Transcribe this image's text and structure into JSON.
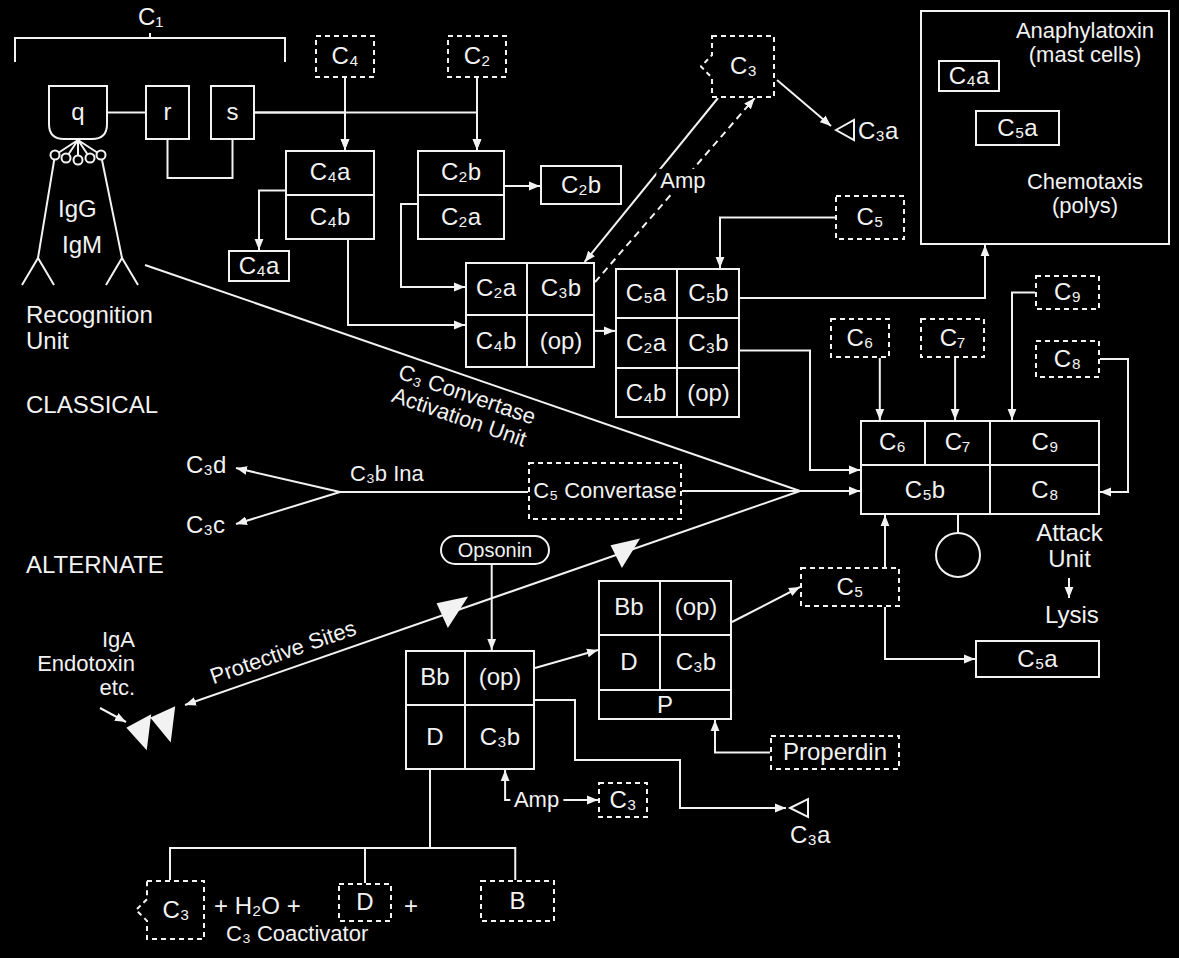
{
  "diagram": {
    "nodes": [
      {
        "text": [
          "q"
        ]
      },
      {
        "text": [
          "r"
        ]
      },
      {
        "text": [
          "s"
        ]
      },
      {
        "text": [
          "C₄"
        ]
      },
      {
        "text": [
          "C₂"
        ]
      },
      {
        "text": [
          "C₃"
        ]
      },
      {
        "text": [
          "Anaphylatoxin (mast cells)",
          "Chemotaxis (polys)"
        ]
      },
      {
        "text": [
          "C₄a"
        ],
        "in": 6
      },
      {
        "text": [
          "C₅a"
        ],
        "in": 6
      },
      {
        "text": [
          "C₄a",
          "C₄b"
        ]
      },
      {
        "text": [
          "C₂b",
          "C₂a"
        ]
      },
      {
        "text": [
          "C₂b"
        ]
      },
      {
        "text": [
          "C₅"
        ]
      },
      {
        "text": [
          "C₄a"
        ]
      },
      {
        "text": [
          "C₂a",
          "C₃b",
          "C₄b",
          "(op)"
        ]
      },
      {
        "text": [
          "C₅a",
          "C₅b",
          "C₂a",
          "C₃b",
          "C₄b",
          "(op)"
        ]
      },
      {
        "text": [
          "C₉"
        ]
      },
      {
        "text": [
          "C₆"
        ]
      },
      {
        "text": [
          "C₇"
        ]
      },
      {
        "text": [
          "C₈"
        ]
      },
      {
        "text": [
          "C₆",
          "C₇",
          "C₉",
          "C₅b",
          "C₈"
        ]
      },
      {
        "text": [
          "C₅ Convertase"
        ]
      },
      {
        "text": [
          "Opsonin"
        ]
      },
      {
        "text": [
          "Bb",
          "(op)",
          "C₃b",
          "D",
          "P"
        ]
      },
      {
        "text": [
          "C₅"
        ]
      },
      {
        "text": [
          "Bb",
          "(op)",
          "D",
          "C₃b"
        ]
      },
      {
        "text": [
          "C₅a"
        ]
      },
      {
        "text": [
          "Properdin"
        ]
      },
      {
        "text": [
          "C₃"
        ]
      },
      {
        "text": [
          "C₃"
        ]
      },
      {
        "text": [
          "D"
        ]
      },
      {
        "text": [
          "B"
        ]
      }
    ],
    "edges": [
      {
        "from": 0,
        "to": 1,
        "arrow": "none"
      },
      {
        "from": 1,
        "to": 2,
        "arrow": "none"
      },
      {
        "from": 2,
        "to": 9,
        "arrow": "to"
      },
      {
        "from": 2,
        "to": 10,
        "arrow": "to"
      },
      {
        "from": 3,
        "to": 9,
        "arrow": "to"
      },
      {
        "from": 4,
        "to": 10,
        "arrow": "to"
      },
      {
        "from": 9,
        "to": 13,
        "arrow": "to"
      },
      {
        "from": 10,
        "to": 11,
        "arrow": "to"
      },
      {
        "from": 9,
        "to": 14,
        "arrow": "to"
      },
      {
        "from": 10,
        "to": 14,
        "arrow": "to"
      },
      {
        "from": 5,
        "to": 14,
        "arrow": "to"
      },
      {
        "from": 14,
        "to": 5,
        "arrow": "to",
        "label": "Amp"
      },
      {
        "from": 14,
        "to": 15,
        "arrow": "to"
      },
      {
        "from": 12,
        "to": 15,
        "arrow": "to"
      },
      {
        "from": 15,
        "to": 6,
        "arrow": "to"
      },
      {
        "from": 15,
        "to": 20,
        "arrow": "to"
      },
      {
        "from": 17,
        "to": 20,
        "arrow": "to"
      },
      {
        "from": 18,
        "to": 20,
        "arrow": "to"
      },
      {
        "from": 16,
        "to": 20,
        "arrow": "to"
      },
      {
        "from": 19,
        "to": 20,
        "arrow": "to"
      },
      {
        "from": 21,
        "to": 20,
        "arrow": "to"
      },
      {
        "from": 22,
        "to": 25,
        "arrow": "to"
      },
      {
        "from": 25,
        "to": 23,
        "arrow": "to"
      },
      {
        "from": 27,
        "to": 23,
        "arrow": "to"
      },
      {
        "from": 23,
        "to": 24,
        "arrow": "to"
      },
      {
        "from": 24,
        "to": 20,
        "arrow": "to"
      },
      {
        "from": 24,
        "to": 26,
        "arrow": "to"
      },
      {
        "from": 25,
        "to": 28,
        "arrow": "both",
        "label": "Amp"
      },
      {
        "from": 29,
        "to": 25,
        "arrow": "none"
      },
      {
        "from": 30,
        "to": 25,
        "arrow": "none"
      },
      {
        "from": 31,
        "to": 25,
        "arrow": "none"
      }
    ],
    "labels": [
      "C₁",
      "IgG",
      "IgM",
      "Recognition Unit",
      "CLASSICAL",
      "C₃a",
      "C₃ Convertase Activation Unit",
      "C₃d",
      "C₃b Ina",
      "C₃c",
      "ALTERNATE",
      "IgA Endotoxin etc.",
      "Protective Sites",
      "Attack Unit",
      "Lysis",
      "C₃a",
      "+ H₂O +",
      "+",
      "C₃ Coactivator"
    ]
  }
}
